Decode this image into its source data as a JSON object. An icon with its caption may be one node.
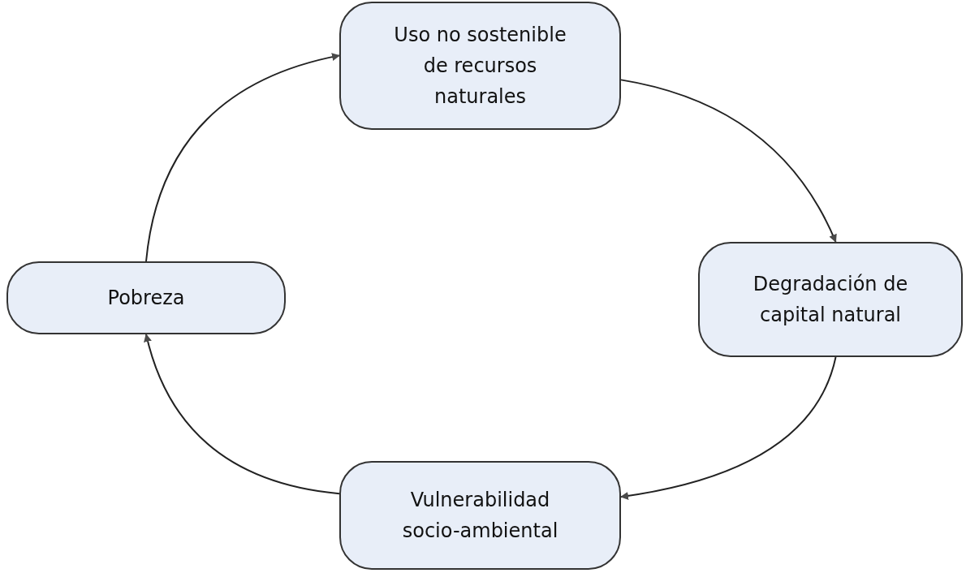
{
  "diagram": {
    "nodes": [
      {
        "text": [
          "Uso no sostenible de recursos naturales"
        ]
      },
      {
        "text": [
          "Degradación de capital natural"
        ]
      },
      {
        "text": [
          "Vulnerabilidad socio-ambiental"
        ]
      },
      {
        "text": [
          "Pobreza"
        ]
      }
    ],
    "edges": [
      {
        "from": 0,
        "to": 1,
        "arrow": "to"
      },
      {
        "from": 1,
        "to": 2,
        "arrow": "to"
      },
      {
        "from": 2,
        "to": 3,
        "arrow": "to"
      },
      {
        "from": 3,
        "to": 0,
        "arrow": "to"
      }
    ]
  }
}
